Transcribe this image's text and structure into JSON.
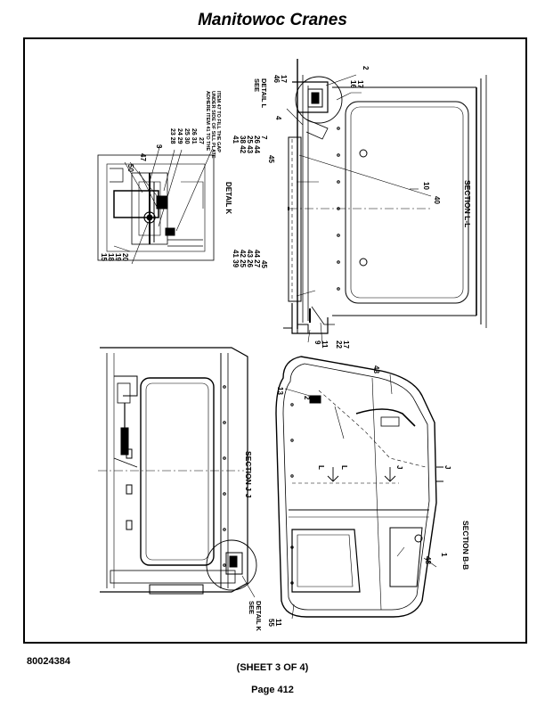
{
  "header": {
    "title": "Manitowoc Cranes"
  },
  "drawing": {
    "views": {
      "detail_k_title": "DETAIL K",
      "detail_k_note": [
        "ADHERE ITEM 41 TO THE",
        "UNDER SIDE OF SILL PLATE",
        "ITEM 47 TO FILL THE GAP"
      ],
      "section_ll_title": "SECTION L-L",
      "section_jj_title": "SECTION J-J",
      "section_bb_title": "SECTION B-B",
      "see_detail_l": [
        "SEE",
        "DETAIL L"
      ],
      "see_detail_k": [
        "SEE",
        "DETAIL K"
      ]
    },
    "callouts": {
      "dk_50": "50",
      "dk_47": "47",
      "dk_3": "3",
      "dk_col1": "23 28",
      "dk_col2": "24 29",
      "dk_col3": "25 30",
      "dk_col4": "26 31",
      "dk_col5": "27",
      "dk_15": "15",
      "dk_18": "18",
      "dk_19": "19",
      "dk_20": "20",
      "ll_46": "46",
      "ll_17a": "17",
      "ll_16": "16",
      "ll_17b": "17",
      "ll_2": "2",
      "ll_4": "4",
      "ll_right_group": [
        "41",
        "38 42",
        "25 43",
        "26 44",
        "7",
        "45"
      ],
      "ll_left_group": [
        "41 39",
        "42 25",
        "43 26",
        "44 27",
        "45"
      ],
      "ll_10": "10",
      "ll_40": "40",
      "ll_9": "9",
      "ll_11a": "11",
      "ll_22": "22",
      "ll_17c": "17",
      "bb_13": "13",
      "bb_2": "2",
      "bb_48a": "48",
      "bb_48b": "48",
      "bb_1": "1",
      "bb_55": "55",
      "bb_11": "11",
      "bb_L1": "L",
      "bb_L2": "L",
      "bb_J1": "J",
      "bb_J2": "J"
    }
  },
  "footer": {
    "doc_number": "80024384",
    "sheet": "(SHEET 3 OF 4)",
    "page": "Page 412"
  }
}
